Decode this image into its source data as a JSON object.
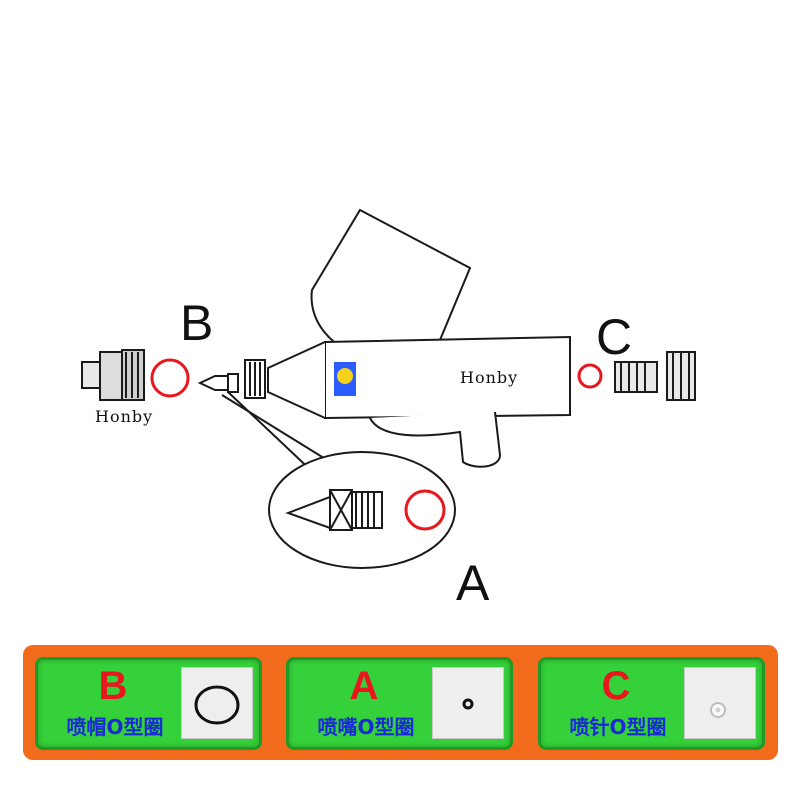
{
  "diagram": {
    "labels": {
      "b": "B",
      "c": "C",
      "a": "A"
    },
    "brand_left": "Honby",
    "brand_body": "Honby"
  },
  "legend": {
    "cards": [
      {
        "letter": "B",
        "name": "喷帽O型圈",
        "photo": "large-black-o-ring"
      },
      {
        "letter": "A",
        "name": "喷嘴O型圈",
        "photo": "small-black-o-ring"
      },
      {
        "letter": "C",
        "name": "喷针O型圈",
        "photo": "white-o-ring"
      }
    ]
  },
  "colors": {
    "oring": "#e8161d",
    "legend_bg": "#f26a1b",
    "card_bg": "#35d13a",
    "card_text": "#1a2ad6",
    "letter": "#e8161d"
  }
}
